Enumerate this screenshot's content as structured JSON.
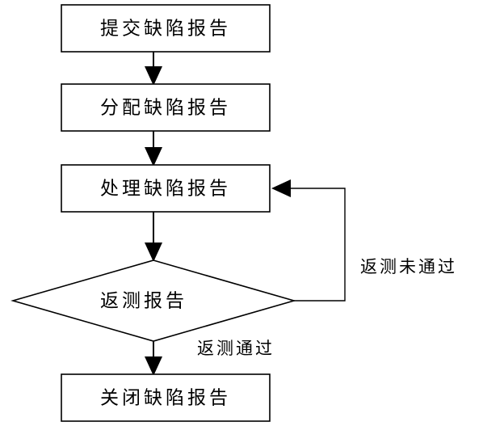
{
  "steps": {
    "submit": "提交缺陷报告",
    "assign": "分配缺陷报告",
    "handle": "处理缺陷报告",
    "retest": "返测报告",
    "close": "关闭缺陷报告"
  },
  "branches": {
    "fail": "返测未通过",
    "pass": "返测通过"
  }
}
